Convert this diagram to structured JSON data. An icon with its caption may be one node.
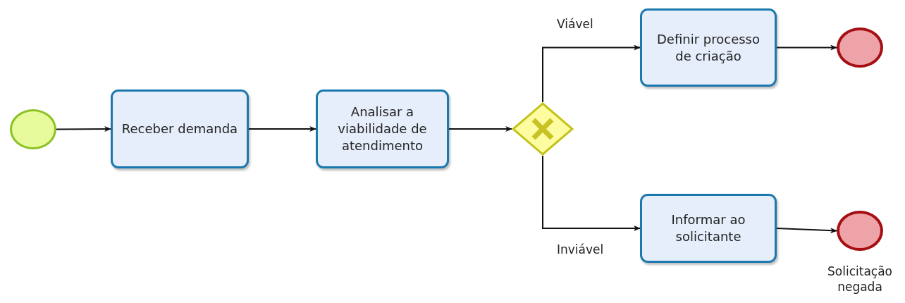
{
  "diagram": {
    "nodes": [
      {
        "text": [],
        "shape": "circle"
      },
      {
        "text": [
          "Receber demanda"
        ]
      },
      {
        "text": [
          "Analisar a viabilidade de atendimento"
        ]
      },
      {
        "text": [],
        "shape": "diamond"
      },
      {
        "text": [
          "Definir processo de criação"
        ]
      },
      {
        "text": [],
        "shape": "circle"
      },
      {
        "text": [
          "Informar ao solicitante"
        ]
      },
      {
        "text": [],
        "shape": "circle",
        "beside": [
          "Solicitação negada"
        ]
      }
    ],
    "edges": [
      {
        "from": 0,
        "to": 1,
        "arrow": "to"
      },
      {
        "from": 1,
        "to": 2,
        "arrow": "to"
      },
      {
        "from": 2,
        "to": 3,
        "arrow": "to"
      },
      {
        "from": 3,
        "to": 4,
        "arrow": "to",
        "label": "Viável"
      },
      {
        "from": 4,
        "to": 5,
        "arrow": "to"
      },
      {
        "from": 3,
        "to": 6,
        "arrow": "to",
        "label": "Inviável"
      },
      {
        "from": 6,
        "to": 7,
        "arrow": "to"
      }
    ]
  }
}
